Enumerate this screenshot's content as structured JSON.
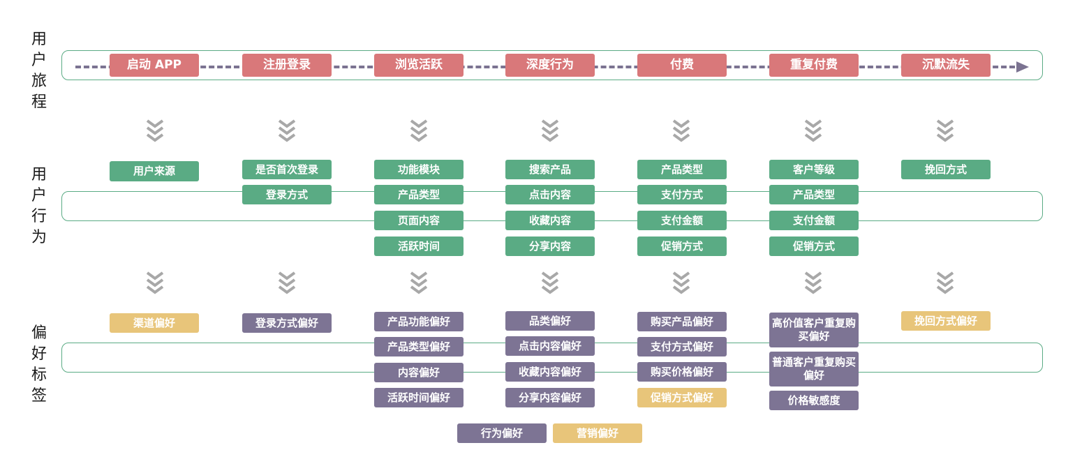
{
  "row_titles": {
    "journey": "用户旅程",
    "behavior": "用户行为",
    "preference": "偏好标签"
  },
  "colors": {
    "stage": "#d9787a",
    "behavior": "#5aab84",
    "behavior_pref": "#7d7494",
    "marketing_pref": "#e8c57a",
    "arrow": "#7b7391",
    "chevron": "#a8a8a8"
  },
  "stages": [
    "启动 APP",
    "注册登录",
    "浏览活跃",
    "深度行为",
    "付费",
    "重复付费",
    "沉默流失"
  ],
  "behaviors": [
    [
      "用户来源"
    ],
    [
      "是否首次登录",
      "登录方式"
    ],
    [
      "功能模块",
      "产品类型",
      "页面内容",
      "活跃时间"
    ],
    [
      "搜索产品",
      "点击内容",
      "收藏内容",
      "分享内容"
    ],
    [
      "产品类型",
      "支付方式",
      "支付金额",
      "促销方式"
    ],
    [
      "客户等级",
      "产品类型",
      "支付金额",
      "促销方式"
    ],
    [
      "挽回方式"
    ]
  ],
  "preferences": [
    [
      {
        "text": "渠道偏好",
        "kind": "marketing"
      }
    ],
    [
      {
        "text": "登录方式偏好",
        "kind": "behavior"
      }
    ],
    [
      {
        "text": "产品功能偏好",
        "kind": "behavior"
      },
      {
        "text": "产品类型偏好",
        "kind": "behavior"
      },
      {
        "text": "内容偏好",
        "kind": "behavior"
      },
      {
        "text": "活跃时间偏好",
        "kind": "behavior"
      }
    ],
    [
      {
        "text": "品类偏好",
        "kind": "behavior"
      },
      {
        "text": "点击内容偏好",
        "kind": "behavior"
      },
      {
        "text": "收藏内容偏好",
        "kind": "behavior"
      },
      {
        "text": "分享内容偏好",
        "kind": "behavior"
      }
    ],
    [
      {
        "text": "购买产品偏好",
        "kind": "behavior"
      },
      {
        "text": "支付方式偏好",
        "kind": "behavior"
      },
      {
        "text": "购买价格偏好",
        "kind": "behavior"
      },
      {
        "text": "促销方式偏好",
        "kind": "marketing"
      }
    ],
    [
      {
        "text": "高价值客户重复购买偏好",
        "kind": "behavior"
      },
      {
        "text": "普通客户重复购买偏好",
        "kind": "behavior"
      },
      {
        "text": "价格敏感度",
        "kind": "behavior"
      }
    ],
    [
      {
        "text": "挽回方式偏好",
        "kind": "marketing"
      }
    ]
  ],
  "legend": [
    {
      "text": "行为偏好",
      "kind": "behavior"
    },
    {
      "text": "营销偏好",
      "kind": "marketing"
    }
  ]
}
